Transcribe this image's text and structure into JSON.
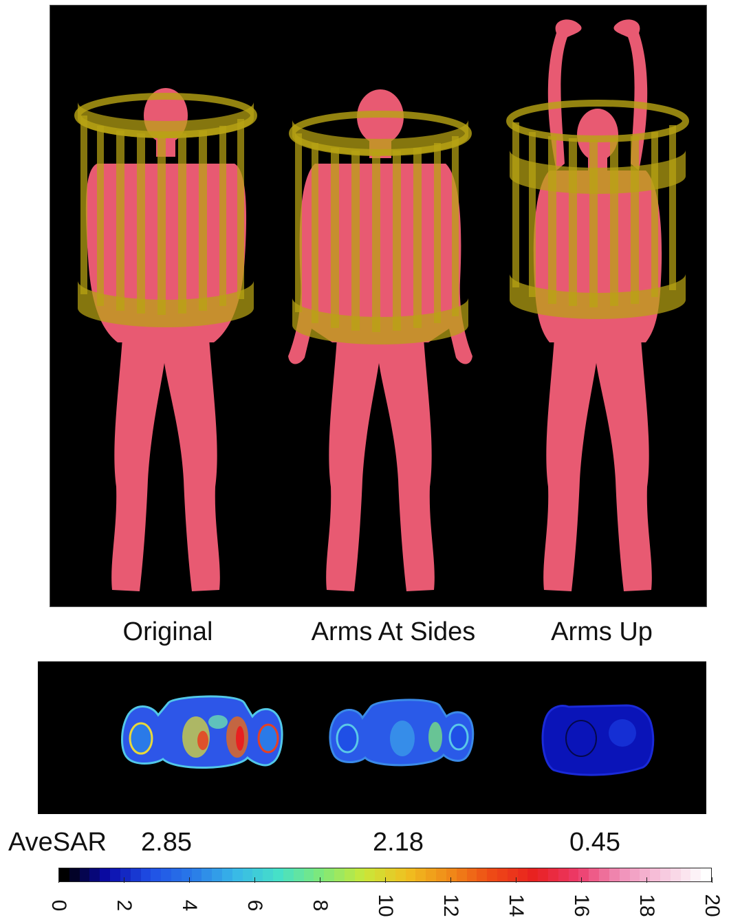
{
  "figure": {
    "poses": [
      {
        "label": "Original",
        "avesar": "2.85"
      },
      {
        "label": "Arms At Sides",
        "avesar": "2.18"
      },
      {
        "label": "Arms Up",
        "avesar": "0.45"
      }
    ],
    "avesar_label": "AveSAR",
    "colorbar": {
      "min": 0,
      "max": 20,
      "ticks": [
        "0",
        "2",
        "4",
        "6",
        "8",
        "10",
        "12",
        "14",
        "16",
        "18",
        "20"
      ],
      "colors": [
        "#000000",
        "#0a0aa8",
        "#1f4fe6",
        "#2a7ae8",
        "#38b8e8",
        "#46e0c8",
        "#7ee87a",
        "#c8e83a",
        "#f0c020",
        "#f08a18",
        "#ee4a16",
        "#e82020",
        "#ec3a6a",
        "#f090b8",
        "#f7c8de",
        "#ffffff"
      ]
    },
    "colors": {
      "body": "#e85a72",
      "coil": "#b8a414",
      "background": "#000000"
    }
  }
}
